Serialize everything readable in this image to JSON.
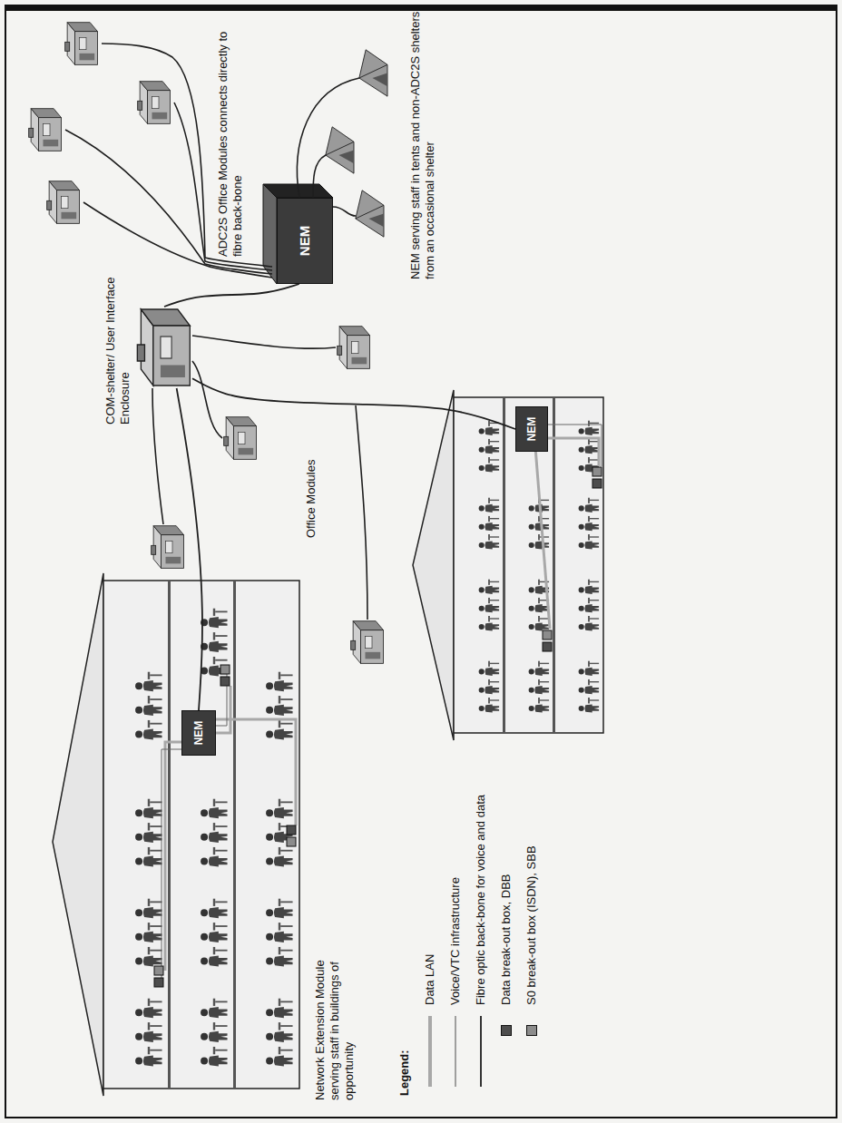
{
  "diagram": {
    "nodes": [
      {
        "text": [
          "NEM"
        ]
      },
      {
        "text": [
          "NEM"
        ]
      },
      {
        "text": [
          "COM-shelter/ User Interface Enclosure"
        ]
      },
      {
        "text": [
          "NEM"
        ]
      }
    ],
    "edges": [
      {
        "from": 0,
        "to": 2,
        "arrow": "none"
      },
      {
        "from": 1,
        "to": 2,
        "arrow": "none"
      },
      {
        "from": 2,
        "to": 3,
        "arrow": "none"
      }
    ],
    "labels": [
      "Network Extension Module serving staff in buildings of opportunity",
      "Legend:",
      "Office Modules",
      "ADC2S Office Modules connects directly to fibre back-bone",
      "NEM serving staff in tents and non-ADC2S shelters from an occasional shelter"
    ],
    "legend": [
      {
        "text": "Data LAN"
      },
      {
        "text": "Voice/VTC infrastructure"
      },
      {
        "text": "Fibre optic back-bone for voice and data"
      },
      {
        "text": "Data break-out box, DBB",
        "color": "#4d4d4d"
      },
      {
        "text": "S0 break-out box (ISDN), SBB",
        "color": "#8c8c8c"
      }
    ]
  }
}
